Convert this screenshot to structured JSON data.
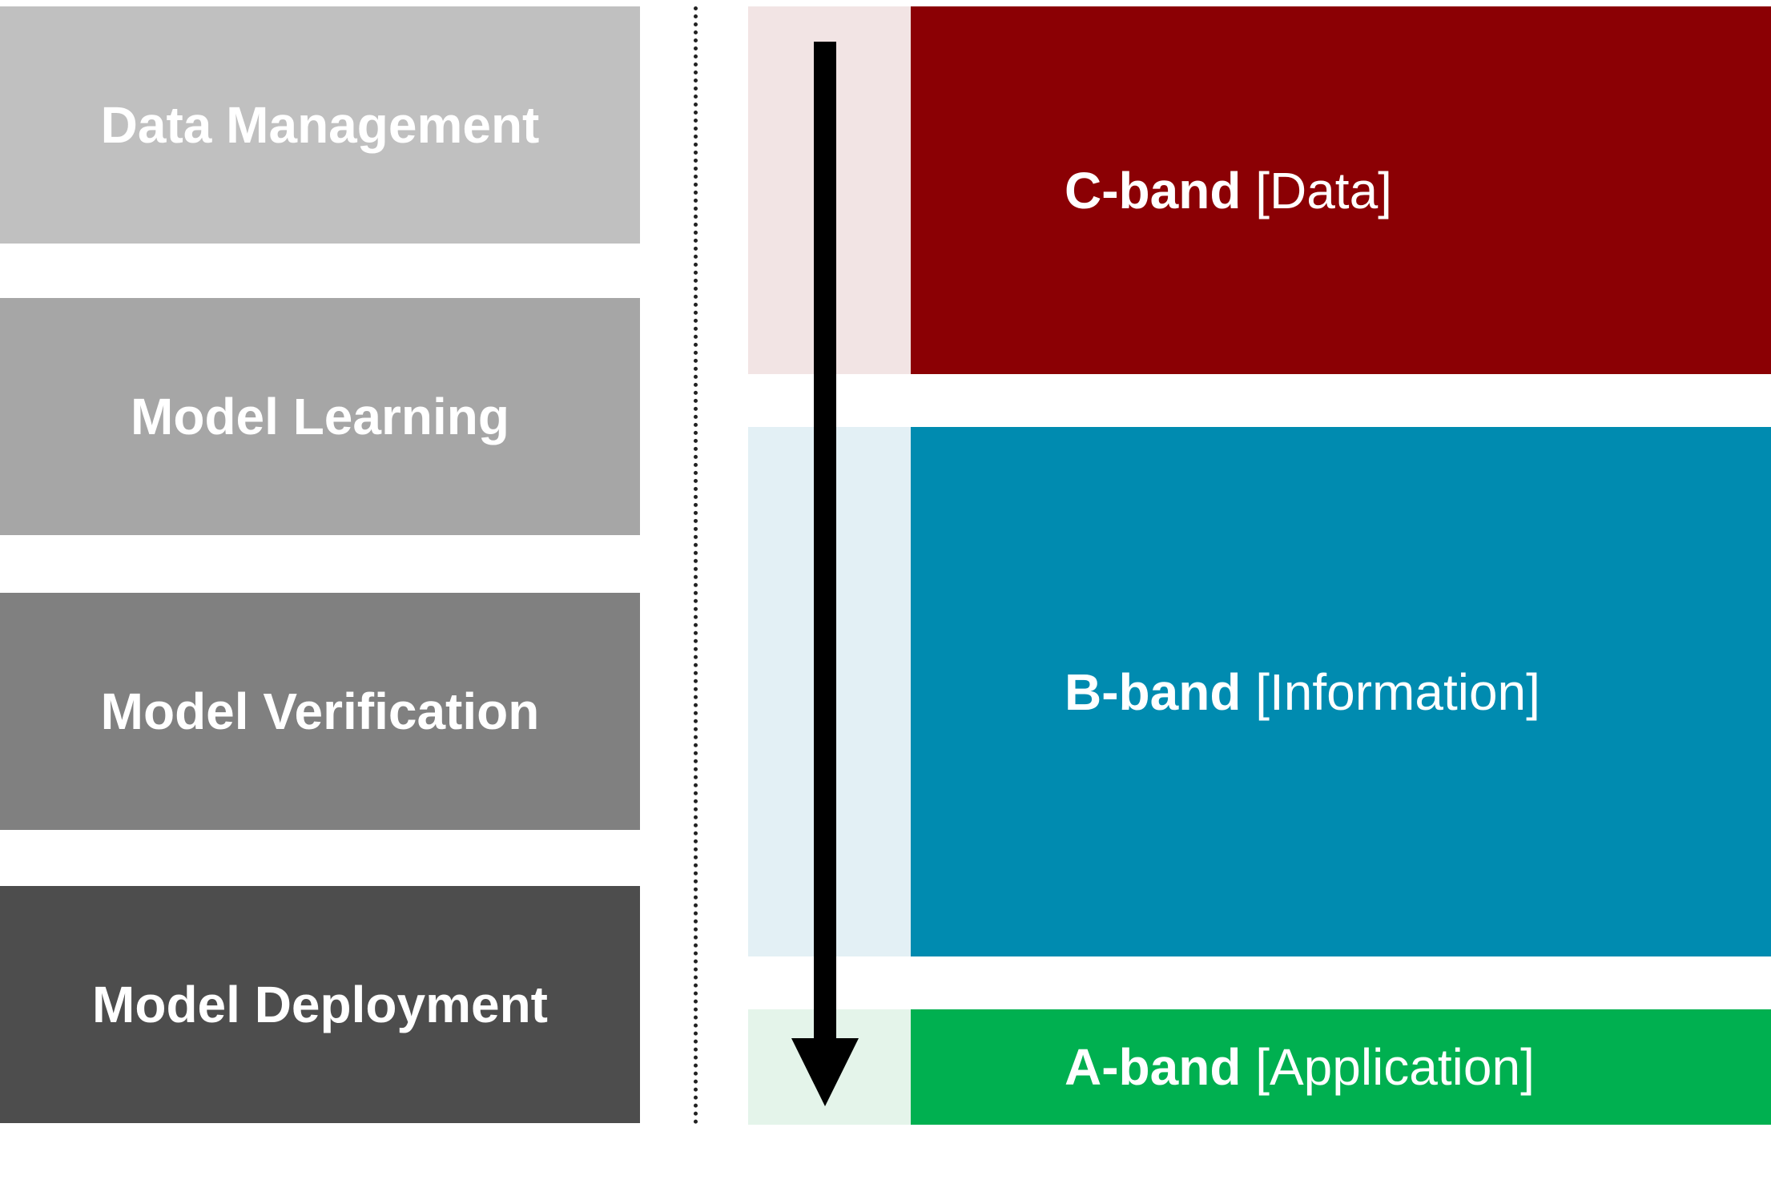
{
  "stages": [
    {
      "label": "Data Management",
      "color": "#c0c0c0"
    },
    {
      "label": "Model Learning",
      "color": "#a6a6a6"
    },
    {
      "label": "Model Verification",
      "color": "#808080"
    },
    {
      "label": "Model Deployment",
      "color": "#4d4d4d"
    }
  ],
  "bands": [
    {
      "name": "C-band",
      "desc": "[Data]",
      "color": "#8b0004",
      "light_color": "#f2e4e4"
    },
    {
      "name": "B-band",
      "desc": "[Information]",
      "color": "#008bb0",
      "light_color": "#e3f0f5"
    },
    {
      "name": "A-band",
      "desc": "[Application]",
      "color": "#00b050",
      "light_color": "#e4f4ea"
    }
  ],
  "arrow_color": "#000000"
}
